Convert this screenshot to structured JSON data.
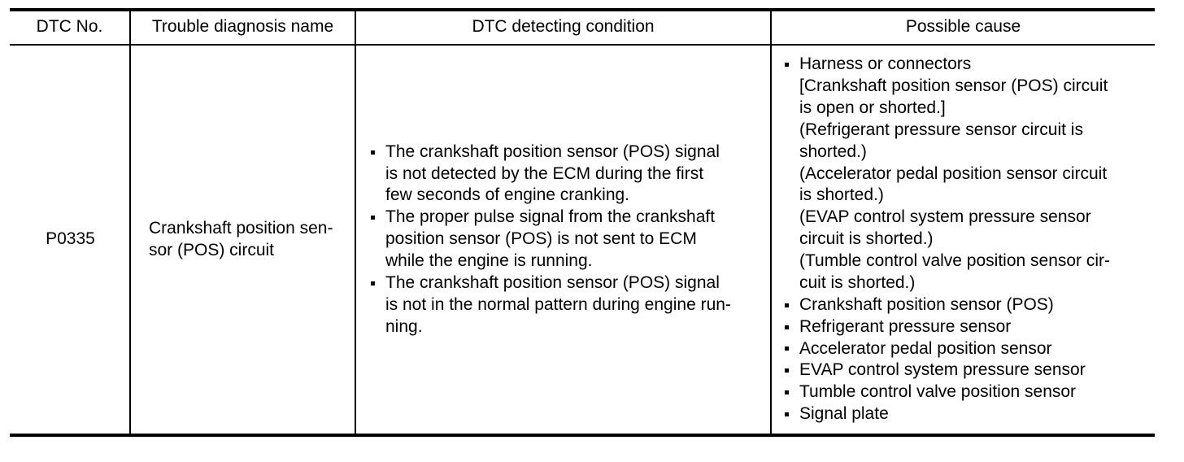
{
  "table": {
    "headers": [
      "DTC No.",
      "Trouble diagnosis name",
      "DTC detecting condition",
      "Possible cause"
    ],
    "rows": [
      {
        "dtc_no": "P0335",
        "trouble_diagnosis_name": "Crankshaft position sen-\nsor (POS) circuit",
        "detecting_condition": [
          {
            "lines": [
              "The crankshaft position sensor (POS) signal",
              "is not detected by the ECM during the first",
              "few seconds of engine cranking."
            ]
          },
          {
            "lines": [
              "The proper pulse signal from the crankshaft",
              "position sensor (POS) is not sent to ECM",
              "while the engine is running."
            ]
          },
          {
            "lines": [
              "The crankshaft position sensor (POS) signal",
              "is not in the normal pattern during engine run-",
              "ning."
            ]
          }
        ],
        "possible_cause": [
          {
            "lines": [
              "Harness or connectors",
              "[Crankshaft position sensor (POS) circuit",
              "is open or shorted.]",
              "(Refrigerant pressure sensor circuit is",
              "shorted.)",
              "(Accelerator pedal position sensor circuit",
              "is shorted.)",
              "(EVAP control system pressure sensor",
              "circuit is shorted.)",
              "(Tumble control valve position sensor cir-",
              "cuit is shorted.)"
            ]
          },
          {
            "lines": [
              "Crankshaft position sensor (POS)"
            ]
          },
          {
            "lines": [
              "Refrigerant pressure sensor"
            ]
          },
          {
            "lines": [
              "Accelerator pedal position sensor"
            ]
          },
          {
            "lines": [
              "EVAP control system pressure sensor"
            ]
          },
          {
            "lines": [
              "Tumble control valve position sensor"
            ]
          },
          {
            "lines": [
              "Signal plate"
            ]
          }
        ]
      }
    ]
  }
}
